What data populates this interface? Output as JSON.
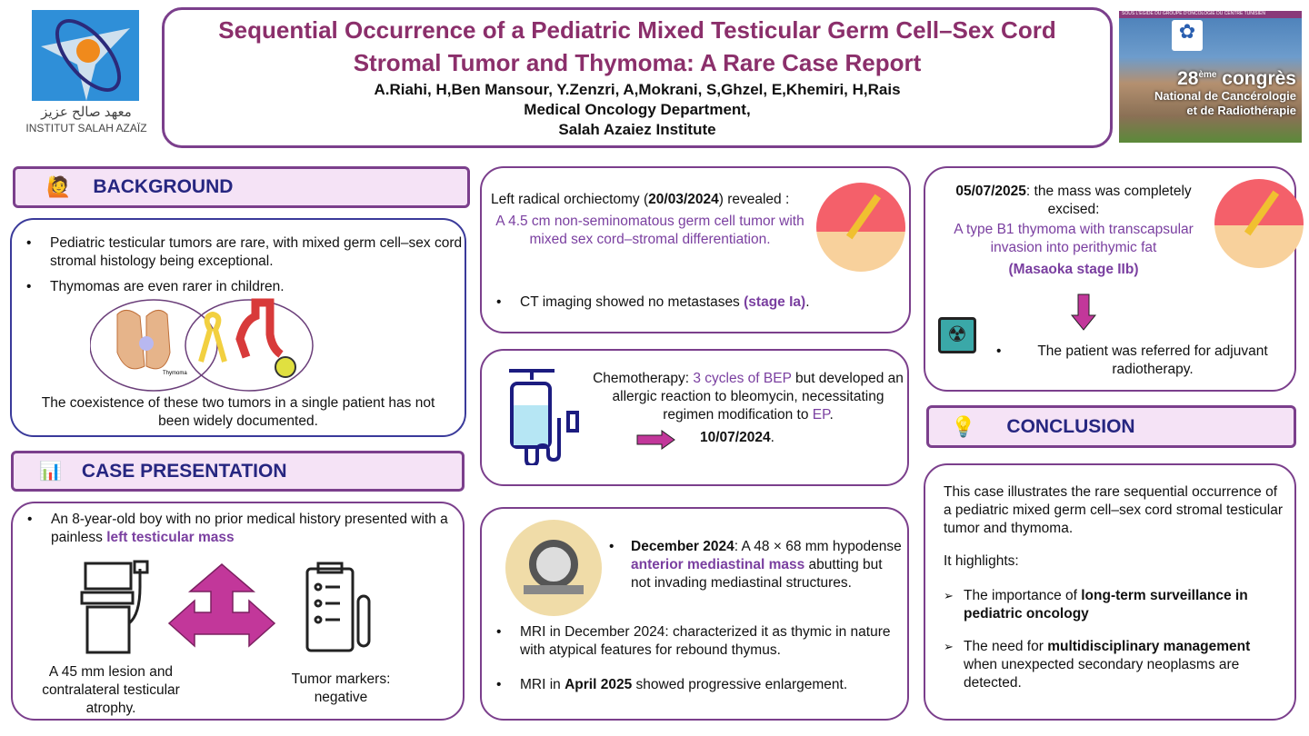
{
  "header": {
    "title": "Sequential Occurrence of a Pediatric Mixed Testicular Germ Cell–Sex Cord Stromal Tumor and Thymoma: A Rare Case Report",
    "authors": "A.Riahi, H,Ben Mansour, Y.Zenzri, A,Mokrani, S,Ghzel, E,Khemiri, H,Rais",
    "department": "Medical Oncology Department,",
    "institute": "Salah Azaiez Institute"
  },
  "logo": {
    "arabic": "معهد صالح عزيز",
    "name": "INSTITUT SALAH AZAÏZ"
  },
  "congress": {
    "banner": "SOUS L'ÉGIDE DU GROUPE D'ONCOLOGIE DU CENTRE TUNISIEN",
    "line1": "28",
    "sup": "ème",
    "line1b": "congrès",
    "line2": "National de Cancérologie",
    "line3": "et de Radiothérapie"
  },
  "background": {
    "title": "BACKGROUND",
    "bullets": [
      "Pediatric testicular tumors are rare, with mixed germ cell–sex cord stromal histology being exceptional.",
      "Thymomas are even rarer in children."
    ],
    "image_label": "Thymoma",
    "closing": "The coexistence of these two tumors in a single patient has not been widely documented."
  },
  "case": {
    "title": "CASE PRESENTATION",
    "bullet_pre": "An 8-year-old boy with no prior medical history presented with a painless ",
    "bullet_hl": "left testicular mass",
    "lesion": "A 45 mm lesion and contralateral testicular atrophy.",
    "markers": "Tumor markers: negative"
  },
  "orchiectomy": {
    "pre": "Left radical orchiectomy (",
    "date": "20/03/2024",
    "post": ") revealed :",
    "finding": "A 4.5 cm non-seminomatous germ cell tumor with mixed sex cord–stromal differentiation.",
    "ct_pre": "CT imaging showed no metastases ",
    "ct_hl": "(stage Ia)",
    "ct_post": "."
  },
  "chemo": {
    "pre": "Chemotherapy: ",
    "hl1": "3 cycles of BEP",
    "mid": " but developed an allergic reaction to bleomycin, necessitating regimen modification to ",
    "hl2": "EP",
    "end": ".",
    "date": "10/07/2024",
    "date_end": "."
  },
  "imaging": {
    "b1_bold": "December 2024",
    "b1_pre": ": A 48 × 68 mm hypodense ",
    "b1_hl": "anterior mediastinal mass",
    "b1_post": " abutting but not invading mediastinal structures.",
    "b2": "MRI in December 2024: characterized it as thymic in nature with atypical features for rebound thymus.",
    "b3_pre": "MRI in ",
    "b3_bold": "April 2025",
    "b3_post": " showed progressive enlargement."
  },
  "surgery": {
    "date": "05/07/2025",
    "text": ": the mass was completely excised:",
    "finding": "A type B1 thymoma with transcapsular invasion into perithymic fat",
    "stage": "(Masaoka stage IIb)",
    "referral": "The patient was referred for adjuvant radiotherapy."
  },
  "conclusion": {
    "title": "CONCLUSION",
    "p1": "This case illustrates the rare sequential occurrence of a pediatric mixed germ cell–sex cord stromal testicular tumor and thymoma.",
    "p2": "It highlights:",
    "i1_pre": " The importance of ",
    "i1_bold": "long-term surveillance in pediatric oncology",
    "i2_pre": "The need for ",
    "i2_bold": "multidisciplinary management",
    "i2_post": " when unexpected secondary neoplasms are detected."
  },
  "colors": {
    "border": "#7b3f8c",
    "heading": "#262680",
    "highlight": "#7a3fa0",
    "title": "#8b2f6b",
    "arrow": "#c2379a"
  }
}
